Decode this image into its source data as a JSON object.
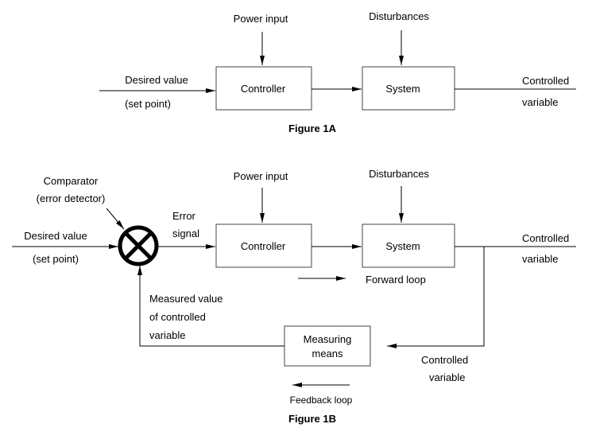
{
  "figure_a": {
    "caption": "Figure 1A",
    "power_input": "Power input",
    "disturbances": "Disturbances",
    "desired_value": "Desired value",
    "set_point": "(set point)",
    "controller": "Controller",
    "system": "System",
    "controlled": "Controlled",
    "variable": "variable"
  },
  "figure_b": {
    "caption": "Figure 1B",
    "comparator": "Comparator",
    "error_detector": "(error detector)",
    "power_input": "Power input",
    "disturbances": "Disturbances",
    "error": "Error",
    "signal": "signal",
    "desired_value": "Desired value",
    "set_point": "(set point)",
    "controller": "Controller",
    "system": "System",
    "controlled": "Controlled",
    "variable": "variable",
    "forward_loop": "Forward loop",
    "measured_value_1": "Measured value",
    "measured_value_2": "of controlled",
    "measured_value_3": "variable",
    "measuring_1": "Measuring",
    "measuring_2": "means",
    "controlled_2": "Controlled",
    "variable_2": "variable",
    "feedback_loop": "Feedback loop"
  }
}
